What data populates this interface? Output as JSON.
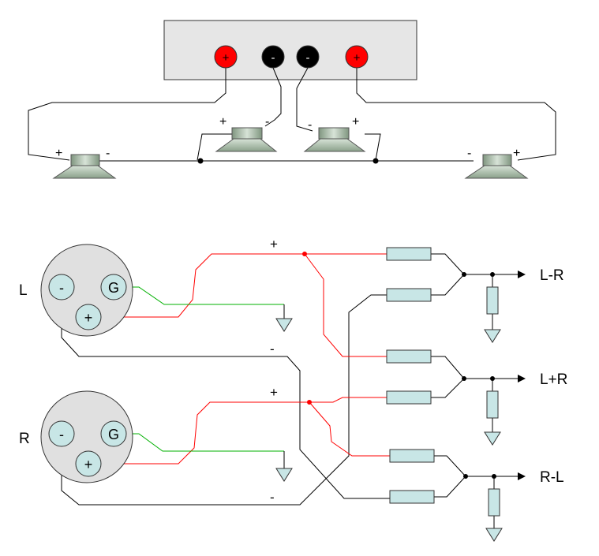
{
  "amplifier": {
    "terminals": [
      {
        "sign": "+",
        "color": "#ff0000"
      },
      {
        "sign": "-",
        "color": "#000000"
      },
      {
        "sign": "-",
        "color": "#000000"
      },
      {
        "sign": "+",
        "color": "#ff0000"
      }
    ]
  },
  "speakers": [
    {
      "plus": "+",
      "minus": "-"
    },
    {
      "plus": "+",
      "minus": "-"
    },
    {
      "plus": "+",
      "minus": "-"
    },
    {
      "plus": "+",
      "minus": "-"
    }
  ],
  "connectors": [
    {
      "channel": "L",
      "pins": {
        "minus": "-",
        "ground": "G",
        "plus": "+"
      },
      "plus_wire_label": "+",
      "minus_wire_label": "-"
    },
    {
      "channel": "R",
      "pins": {
        "minus": "-",
        "ground": "G",
        "plus": "+"
      },
      "plus_wire_label": "+",
      "minus_wire_label": "-"
    }
  ],
  "outputs": [
    "L-R",
    "L+R",
    "R-L"
  ],
  "colors": {
    "positive": "#ff0000",
    "ground_wire": "#00b000",
    "wire": "#000000",
    "resistor_fill": "#c8e6e6",
    "pin_fill": "#c8e6e6",
    "connector_fill": "#e0e0e0",
    "amp_fill": "#e6e6e6",
    "speaker_fill": "#b4c8b4"
  }
}
